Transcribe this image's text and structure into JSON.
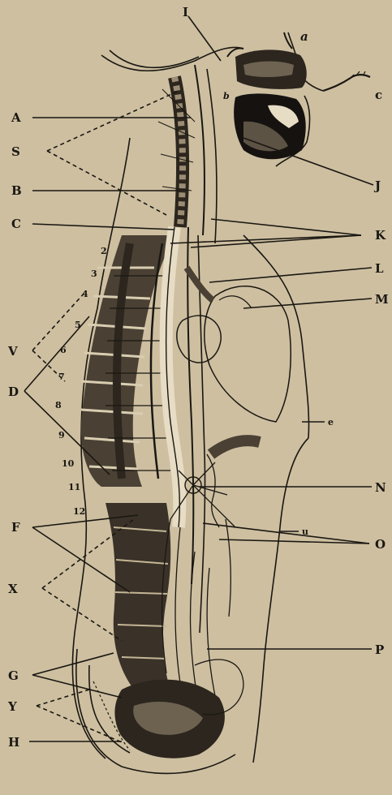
{
  "figure": {
    "left_labels": [
      "A",
      "S",
      "B",
      "C",
      "V",
      "D",
      "F",
      "X",
      "G",
      "Y",
      "H"
    ],
    "right_labels": [
      "J",
      "K",
      "L",
      "M",
      "N",
      "O",
      "P"
    ],
    "top_label": "I",
    "lowercase_labels": {
      "a": "a",
      "b": "b",
      "c": "c",
      "e": "e",
      "u": "u"
    },
    "vertebra_numbers": [
      "2",
      "3",
      "4",
      "5",
      "6",
      "7",
      "8",
      "9",
      "10",
      "11",
      "12"
    ]
  },
  "colors": {
    "background": "#cdbfa0",
    "ink": "#1a1712",
    "shade": "#6d6250"
  }
}
